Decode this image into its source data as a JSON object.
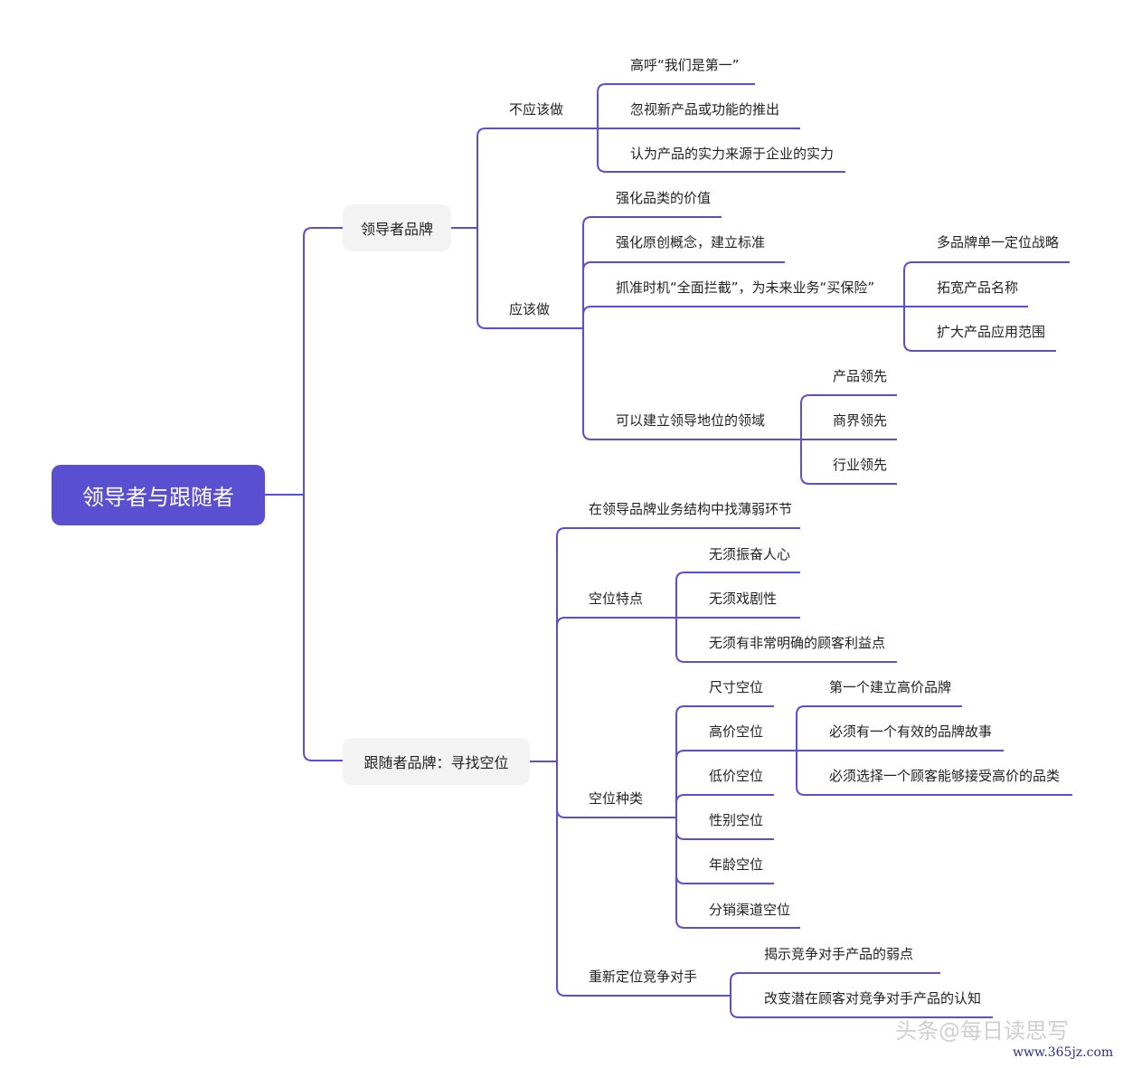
{
  "root": "领导者与跟随者",
  "leader": {
    "title": "领导者品牌",
    "dont": {
      "label": "不应该做",
      "items": [
        "高呼“我们是第一”",
        "忽视新产品或功能的推出",
        "认为产品的实力来源于企业的实力"
      ]
    },
    "do": {
      "label": "应该做",
      "items": [
        "强化品类的价值",
        "强化原创概念，建立标准",
        "抓准时机“全面拦截”，为未来业务“买保险”",
        "可以建立领导地位的领域"
      ],
      "intercept": [
        "多品牌单一定位战略",
        "拓宽产品名称",
        "扩大产品应用范围"
      ],
      "fields": [
        "产品领先",
        "商界领先",
        "行业领先"
      ]
    }
  },
  "follower": {
    "title": "跟随者品牌：寻找空位",
    "weak": "在领导品牌业务结构中找薄弱环节",
    "traits": {
      "label": "空位特点",
      "items": [
        "无须振奋人心",
        "无须戏剧性",
        "无须有非常明确的顾客利益点"
      ]
    },
    "types": {
      "label": "空位种类",
      "items": [
        "尺寸空位",
        "高价空位",
        "低价空位",
        "性别空位",
        "年龄空位",
        "分销渠道空位"
      ],
      "highprice": [
        "第一个建立高价品牌",
        "必须有一个有效的品牌故事",
        "必须选择一个顾客能够接受高价的品类"
      ]
    },
    "reposition": {
      "label": "重新定位竞争对手",
      "items": [
        "揭示竞争对手产品的弱点",
        "改变潜在顾客对竞争对手产品的认知"
      ]
    }
  },
  "watermark": {
    "brand": "头条@每日读思写",
    "site": "www.365jz.com"
  },
  "colors": {
    "line": "#5b4fd1",
    "root_bg": "#5b4fd1",
    "pill_bg": "#f3f3f3"
  }
}
